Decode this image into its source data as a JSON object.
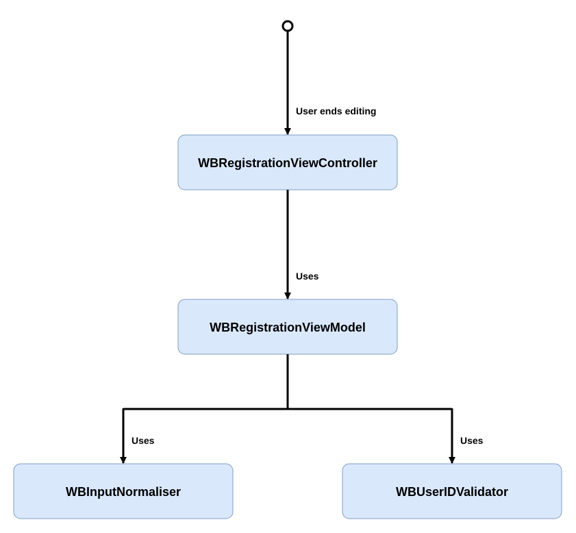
{
  "nodes": {
    "view_controller": "WBRegistrationViewController",
    "view_model": "WBRegistrationViewModel",
    "input_normaliser": "WBInputNormaliser",
    "userid_validator": "WBUserIDValidator"
  },
  "edges": {
    "start_to_controller": "User ends editing",
    "controller_to_model": "Uses",
    "model_to_normaliser": "Uses",
    "model_to_validator": "Uses"
  },
  "colors": {
    "node_fill": "#dae8fc",
    "node_stroke": "#7f9dc4",
    "line": "#000000"
  }
}
